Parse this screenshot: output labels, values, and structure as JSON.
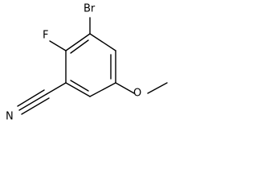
{
  "molecule": {
    "atoms": {
      "bromine": "Br",
      "fluorine": "F",
      "nitrogen": "N",
      "oxygen": "O"
    }
  }
}
